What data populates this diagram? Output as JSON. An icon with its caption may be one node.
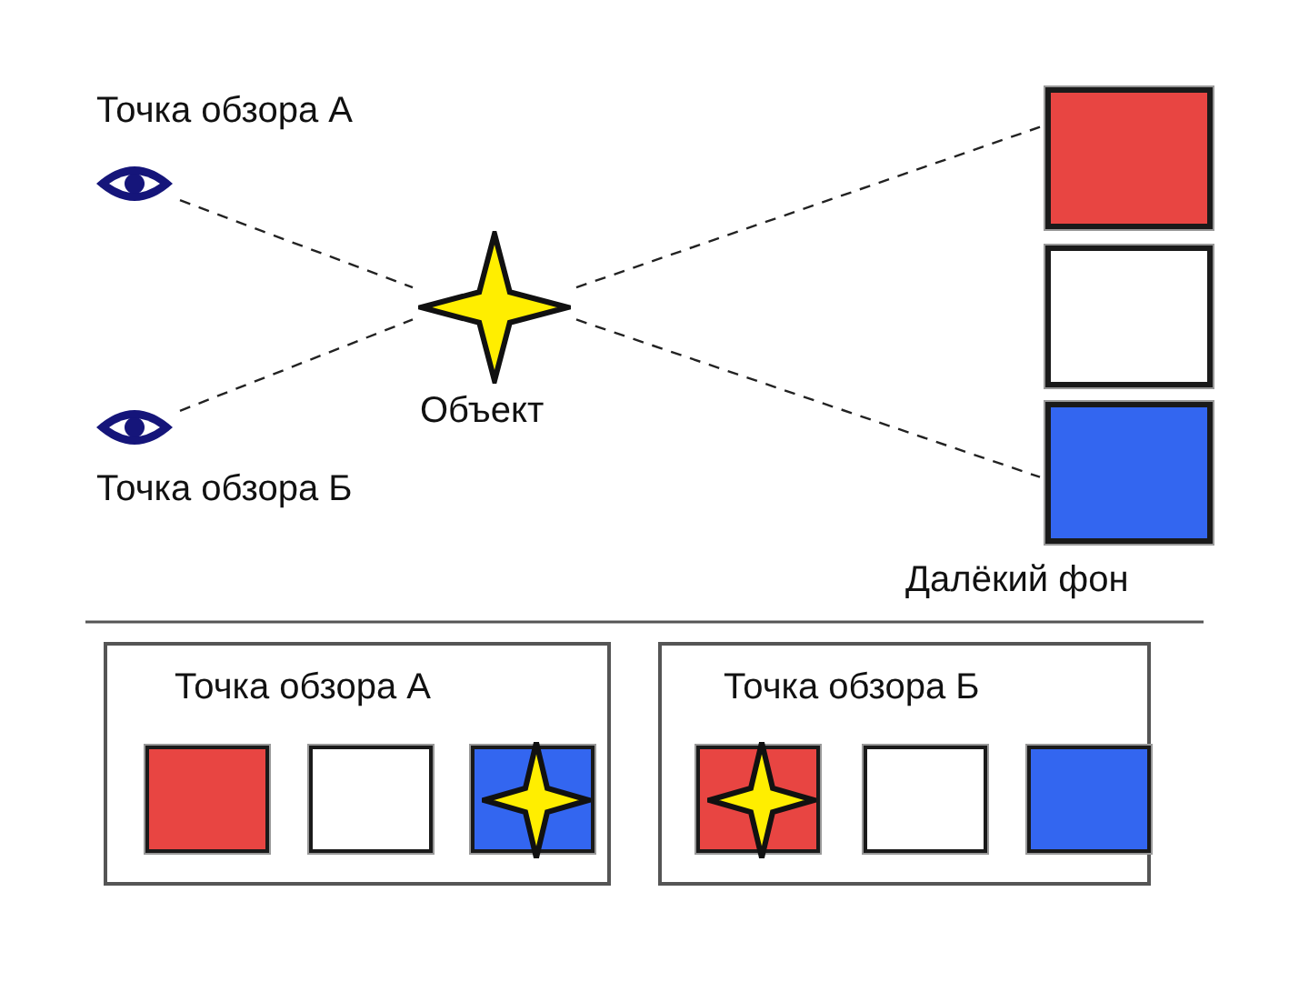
{
  "diagram": {
    "nodes": [
      {
        "text": [
          "Точка обзора А"
        ]
      },
      {
        "text": [
          "Точка обзора Б"
        ]
      },
      {
        "text": [
          "Объект"
        ]
      },
      {
        "text": [],
        "shape": "box"
      },
      {
        "text": [],
        "shape": "box"
      },
      {
        "text": [],
        "shape": "box"
      },
      {
        "text": [
          "Точка обзора А"
        ]
      },
      {
        "text": [],
        "shape": "box",
        "in": 6
      },
      {
        "text": [],
        "shape": "box",
        "in": 6
      },
      {
        "text": [],
        "shape": "box",
        "in": 6
      },
      {
        "text": [],
        "shape": "star",
        "in": 9
      },
      {
        "text": [
          "Точка обзора Б"
        ]
      },
      {
        "text": [],
        "shape": "box",
        "in": 11
      },
      {
        "text": [],
        "shape": "star",
        "in": 12
      },
      {
        "text": [],
        "shape": "box",
        "in": 11
      },
      {
        "text": [],
        "shape": "box",
        "in": 11
      }
    ],
    "edges": [
      {
        "from": 0,
        "to": 2,
        "arrow": "none",
        "style": "dashed"
      },
      {
        "from": 2,
        "to": 5,
        "arrow": "none",
        "style": "dashed"
      },
      {
        "from": 1,
        "to": 2,
        "arrow": "none",
        "style": "dashed"
      },
      {
        "from": 2,
        "to": 3,
        "arrow": "none",
        "style": "dashed"
      }
    ],
    "labels": [
      "Далёкий фон"
    ]
  }
}
